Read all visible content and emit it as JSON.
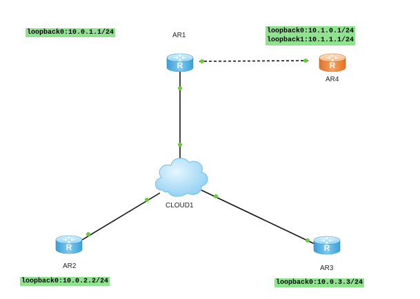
{
  "devices": {
    "ar1": {
      "name": "AR1",
      "loopbacks": [
        "loopback0:10.0.1.1/24"
      ]
    },
    "ar2": {
      "name": "AR2",
      "loopbacks": [
        "loopback0:10.0.2.2/24"
      ]
    },
    "ar3": {
      "name": "AR3",
      "loopbacks": [
        "loopback0:10.0.3.3/24"
      ]
    },
    "ar4": {
      "name": "AR4",
      "loopbacks": [
        "loopback0:10.1.0.1/24",
        "loopback1:10.1.1.1/24"
      ]
    },
    "cloud1": {
      "name": "CLOUD1"
    }
  },
  "colors": {
    "router_blue": "#5bb8e8",
    "router_orange": "#f08a3a",
    "link_dot": "#66cc33",
    "label_bg": "#8fe38f",
    "cloud": "#a8dcf5"
  }
}
